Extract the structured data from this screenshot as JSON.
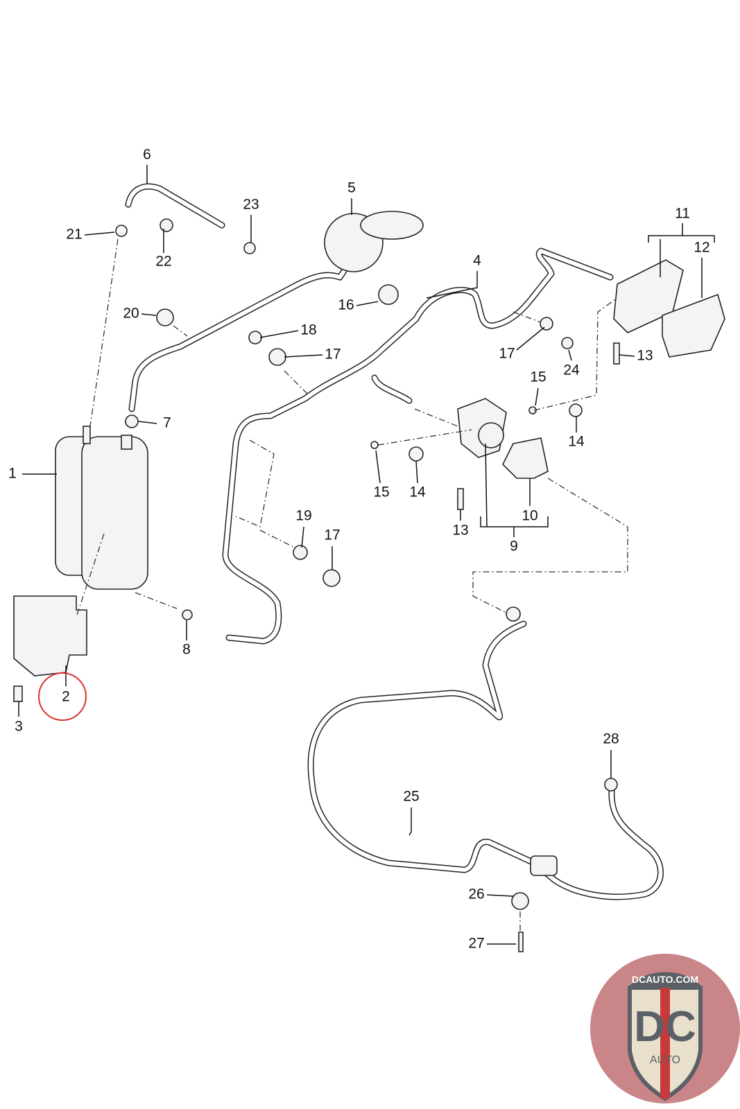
{
  "diagram": {
    "callouts": [
      "6",
      "5",
      "23",
      "21",
      "22",
      "4",
      "11",
      "12",
      "16",
      "20",
      "18",
      "17",
      "17",
      "13",
      "24",
      "15",
      "7",
      "14",
      "1",
      "15",
      "14",
      "10",
      "19",
      "17",
      "13",
      "9",
      "8",
      "2",
      "3",
      "28",
      "25",
      "26",
      "27"
    ],
    "highlighted_callout": "2",
    "highlight_color": "#d9302c"
  },
  "logo": {
    "top_text": "DCAUTO.COM",
    "letters": "DC",
    "bottom_text": "AUTO",
    "colors": {
      "bg": "#c98587",
      "shield": "#e8e0cc",
      "dark": "#5b6066",
      "red": "#c8393b"
    }
  }
}
